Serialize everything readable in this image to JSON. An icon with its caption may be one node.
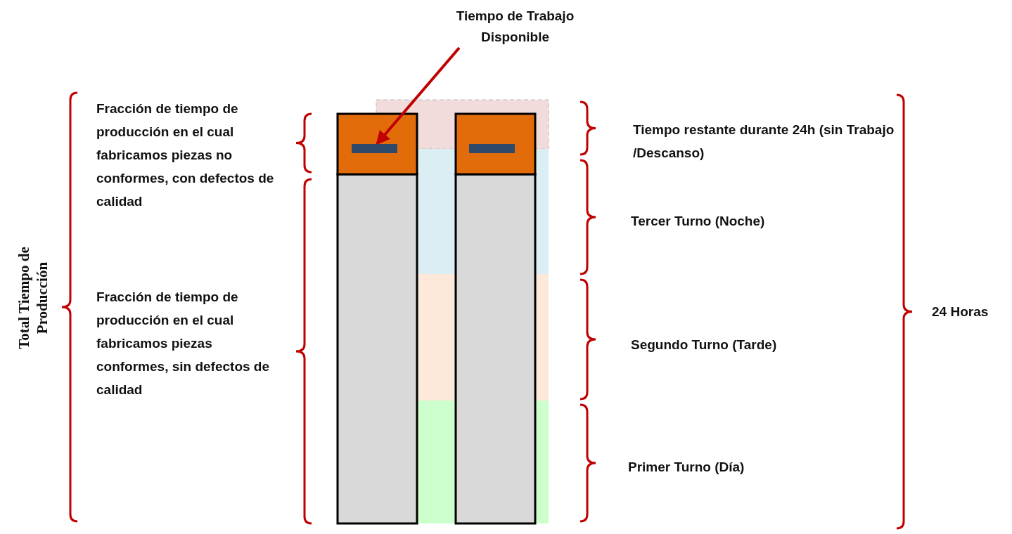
{
  "diagram": {
    "nodes": [
      {
        "text": [
          "Tiempo de Trabajo Disponible"
        ]
      },
      {
        "text": [],
        "shape": "bar"
      }
    ],
    "edges": [
      {
        "from": 0,
        "to": 1,
        "arrow": "to"
      }
    ],
    "labels": [
      "Fracción de tiempo de producción en el cual fabricamos piezas no conformes, con defectos de calidad",
      "Tiempo restante durante 24h (sin Trabajo /Descanso)",
      "Tercer Turno (Noche)",
      "Total Tiempo de Producción",
      "Fracción de tiempo de producción en el cual fabricamos piezas conformes, sin defectos de calidad",
      "24 Horas",
      "Segundo Turno (Tarde)",
      "Primer Turno (Día)"
    ]
  }
}
